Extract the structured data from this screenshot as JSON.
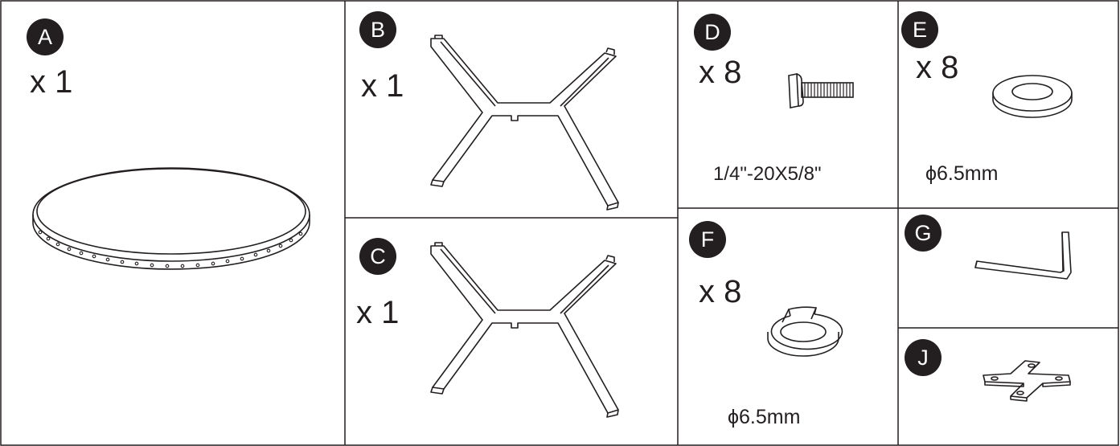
{
  "parts": {
    "A": {
      "letter": "A",
      "qty": "x 1",
      "icon": "round-tabletop-icon"
    },
    "B": {
      "letter": "B",
      "qty": "x 1",
      "icon": "leg-frame-icon"
    },
    "C": {
      "letter": "C",
      "qty": "x 1",
      "icon": "leg-frame-icon"
    },
    "D": {
      "letter": "D",
      "qty": "x 8",
      "spec": "1/4\"-20X5/8\"",
      "icon": "bolt-icon"
    },
    "E": {
      "letter": "E",
      "qty": "x 8",
      "spec": "ϕ6.5mm",
      "icon": "flat-washer-icon"
    },
    "F": {
      "letter": "F",
      "qty": "x 8",
      "spec": "ϕ6.5mm",
      "icon": "spring-washer-icon"
    },
    "G": {
      "letter": "G",
      "icon": "allen-key-icon"
    },
    "J": {
      "letter": "J",
      "icon": "cross-connector-plate-icon"
    }
  },
  "colors": {
    "ink": "#231f20",
    "background": "#ffffff"
  }
}
